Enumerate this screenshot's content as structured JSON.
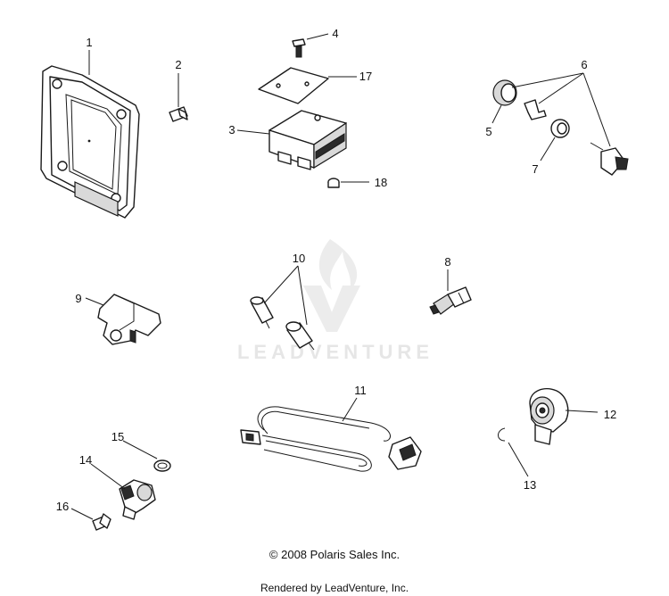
{
  "callouts": {
    "c1": "1",
    "c2": "2",
    "c3": "3",
    "c4": "4",
    "c5": "5",
    "c6": "6",
    "c7": "7",
    "c8": "8",
    "c9": "9",
    "c10": "10",
    "c11": "11",
    "c12": "12",
    "c13": "13",
    "c14": "14",
    "c15": "15",
    "c16": "16",
    "c17": "17",
    "c18": "18"
  },
  "watermark": {
    "text": "LEADVENTURE"
  },
  "footer": {
    "copyright": "© 2008 Polaris Sales Inc.",
    "rendered_by": "Rendered by LeadVenture, Inc."
  },
  "colors": {
    "line": "#1a1a1a",
    "watermark": "#e6e6e6",
    "background": "#ffffff"
  }
}
